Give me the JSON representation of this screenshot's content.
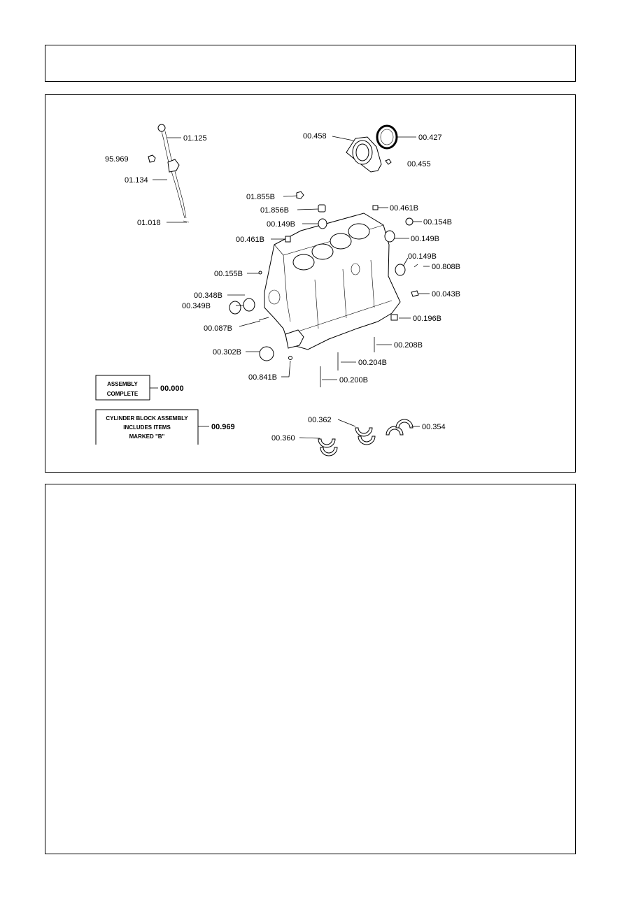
{
  "parts": {
    "p01125": "01.125",
    "p95969": "95.969",
    "p01134": "01.134",
    "p01018": "01.018",
    "p00458": "00.458",
    "p00427": "00.427",
    "p00455": "00.455",
    "p01855B": "01.855B",
    "p01856B": "01.856B",
    "p00461B_a": "00.461B",
    "p00149B_a": "00.149B",
    "p00154B": "00.154B",
    "p00461B_b": "00.461B",
    "p00149B_b": "00.149B",
    "p00149B_c": "00.149B",
    "p00808B": "00.808B",
    "p00155B": "00.155B",
    "p00043B": "00.043B",
    "p00348B": "00.348B",
    "p00349B": "00.349B",
    "p00087B": "00.087B",
    "p00196B": "00.196B",
    "p00208B": "00.208B",
    "p00302B": "00.302B",
    "p00204B": "00.204B",
    "p00841B": "00.841B",
    "p00200B": "00.200B",
    "p00362": "00.362",
    "p00360": "00.360",
    "p00354": "00.354"
  },
  "notes": {
    "assembly_line1": "ASSEMBLY",
    "assembly_line2": "COMPLETE",
    "assembly_code": "00.000",
    "block_line1": "CYLINDER BLOCK ASSEMBLY",
    "block_line2": "INCLUDES ITEMS",
    "block_line3": "MARKED \"B\"",
    "block_code": "00.969"
  }
}
